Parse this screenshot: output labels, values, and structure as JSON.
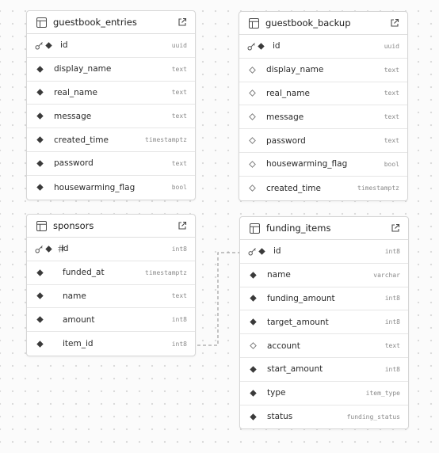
{
  "tables": [
    {
      "name": "guestbook_entries",
      "columns": [
        {
          "name": "id",
          "type": "uuid",
          "primary_key": true,
          "nullable": false,
          "identity": false
        },
        {
          "name": "display_name",
          "type": "text",
          "primary_key": false,
          "nullable": false,
          "identity": false
        },
        {
          "name": "real_name",
          "type": "text",
          "primary_key": false,
          "nullable": false,
          "identity": false
        },
        {
          "name": "message",
          "type": "text",
          "primary_key": false,
          "nullable": false,
          "identity": false
        },
        {
          "name": "created_time",
          "type": "timestamptz",
          "primary_key": false,
          "nullable": false,
          "identity": false
        },
        {
          "name": "password",
          "type": "text",
          "primary_key": false,
          "nullable": false,
          "identity": false
        },
        {
          "name": "housewarming_flag",
          "type": "bool",
          "primary_key": false,
          "nullable": false,
          "identity": false
        }
      ]
    },
    {
      "name": "guestbook_backup",
      "columns": [
        {
          "name": "id",
          "type": "uuid",
          "primary_key": true,
          "nullable": false,
          "identity": false
        },
        {
          "name": "display_name",
          "type": "text",
          "primary_key": false,
          "nullable": true,
          "identity": false
        },
        {
          "name": "real_name",
          "type": "text",
          "primary_key": false,
          "nullable": true,
          "identity": false
        },
        {
          "name": "message",
          "type": "text",
          "primary_key": false,
          "nullable": true,
          "identity": false
        },
        {
          "name": "password",
          "type": "text",
          "primary_key": false,
          "nullable": true,
          "identity": false
        },
        {
          "name": "housewarming_flag",
          "type": "bool",
          "primary_key": false,
          "nullable": true,
          "identity": false
        },
        {
          "name": "created_time",
          "type": "timestamptz",
          "primary_key": false,
          "nullable": true,
          "identity": false
        }
      ]
    },
    {
      "name": "sponsors",
      "columns": [
        {
          "name": "id",
          "type": "int8",
          "primary_key": true,
          "nullable": false,
          "identity": true
        },
        {
          "name": "funded_at",
          "type": "timestamptz",
          "primary_key": false,
          "nullable": false,
          "identity": false
        },
        {
          "name": "name",
          "type": "text",
          "primary_key": false,
          "nullable": false,
          "identity": false
        },
        {
          "name": "amount",
          "type": "int8",
          "primary_key": false,
          "nullable": false,
          "identity": false
        },
        {
          "name": "item_id",
          "type": "int8",
          "primary_key": false,
          "nullable": false,
          "identity": false
        }
      ]
    },
    {
      "name": "funding_items",
      "columns": [
        {
          "name": "id",
          "type": "int8",
          "primary_key": true,
          "nullable": false,
          "identity": false
        },
        {
          "name": "name",
          "type": "varchar",
          "primary_key": false,
          "nullable": false,
          "identity": false
        },
        {
          "name": "funding_amount",
          "type": "int8",
          "primary_key": false,
          "nullable": false,
          "identity": false
        },
        {
          "name": "target_amount",
          "type": "int8",
          "primary_key": false,
          "nullable": false,
          "identity": false
        },
        {
          "name": "account",
          "type": "text",
          "primary_key": false,
          "nullable": true,
          "identity": false
        },
        {
          "name": "start_amount",
          "type": "int8",
          "primary_key": false,
          "nullable": false,
          "identity": false
        },
        {
          "name": "type",
          "type": "item_type",
          "primary_key": false,
          "nullable": false,
          "identity": false
        },
        {
          "name": "status",
          "type": "funding_status",
          "primary_key": false,
          "nullable": false,
          "identity": false
        }
      ]
    }
  ],
  "relationships": [
    {
      "from_table": "sponsors",
      "from_column": "item_id",
      "to_table": "funding_items",
      "to_column": "id"
    }
  ],
  "colors": {
    "background": "#fbfbfb",
    "card_border": "#d6d6d6",
    "icon": "#3a3a3a",
    "connector": "#8c8c8c",
    "type_text": "#8a8a8a"
  }
}
